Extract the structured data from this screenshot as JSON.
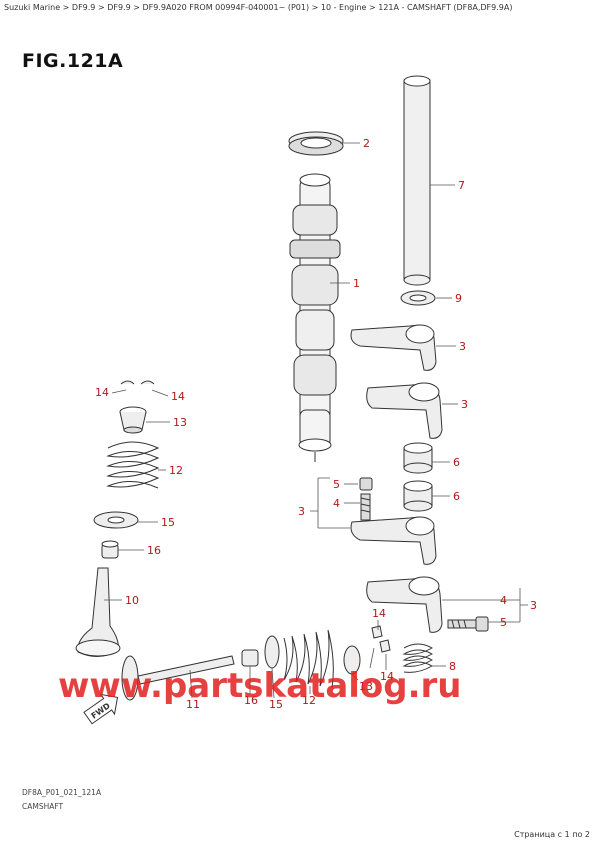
{
  "breadcrumb": "Suzuki Marine > DF9.9 > DF9.9 > DF9.9A020 FROM 00994F-040001~ (P01) > 10 - Engine > 121A - CAMSHAFT (DF8A,DF9.9A)",
  "figure": {
    "title": "FIG.121A",
    "code": "DF8A_P01_021_121A",
    "caption": "CAMSHAFT"
  },
  "callouts": [
    "1",
    "2",
    "7",
    "9",
    "3",
    "3",
    "6",
    "6",
    "5",
    "4",
    "3",
    "4",
    "5",
    "3",
    "14",
    "14",
    "13",
    "12",
    "15",
    "16",
    "10",
    "14",
    "13",
    "14",
    "8",
    "11",
    "16",
    "15",
    "12"
  ],
  "watermark": "www.partskatalog.ru",
  "fwd_label": "FWD",
  "pager": "Страница с 1 по 2",
  "colors": {
    "callout": "#b01818",
    "line": "#555555",
    "watermark": "#e02020",
    "part_stroke": "#333333"
  }
}
